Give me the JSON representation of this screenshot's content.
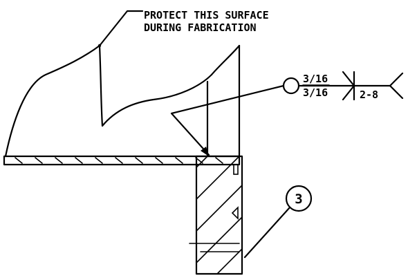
{
  "note": {
    "line1": "PROTECT THIS SURFACE",
    "line2": "DURING FABRICATION"
  },
  "weld_symbol": {
    "size_arrow_side": "3/16",
    "size_other_side": "3/16",
    "length_pitch": "2-8"
  },
  "item_balloon": {
    "number": "3"
  }
}
